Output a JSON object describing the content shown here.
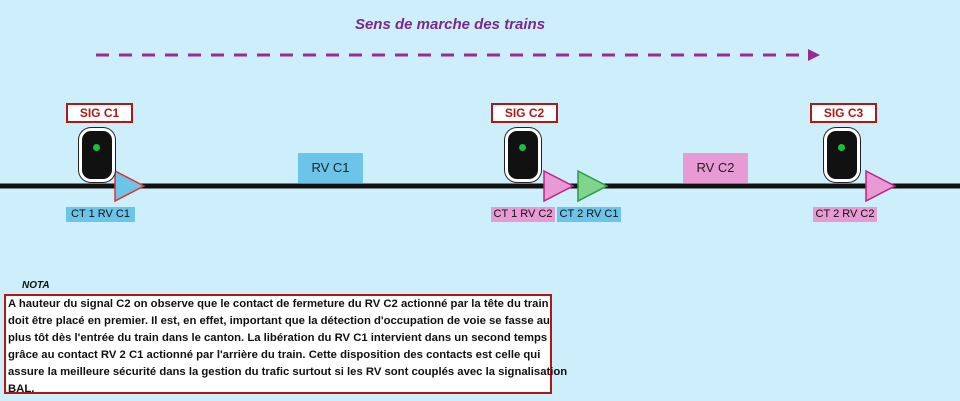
{
  "title": "Sens de marche des trains",
  "signals": [
    {
      "label": "SIG C1"
    },
    {
      "label": "SIG C2"
    },
    {
      "label": "SIG C3"
    }
  ],
  "zones": [
    {
      "label": "RV C1",
      "color": "#6cc4e8"
    },
    {
      "label": "RV C2",
      "color": "#e89ad4"
    }
  ],
  "contacts": [
    {
      "label": "CT 1 RV C1",
      "color": "#6cc4e8"
    },
    {
      "label": "CT 1 RV C2",
      "color": "#e89ad4"
    },
    {
      "label": "CT 2 RV C1",
      "color": "#6cc4e8"
    },
    {
      "label": "CT 2 RV C2",
      "color": "#e89ad4"
    }
  ],
  "nota": {
    "label": "NOTA",
    "lines": [
      "A hauteur du signal C2 on observe que le contact de fermeture du RV C2 actionné par la tête du train",
      "doit être placé en premier. Il est, en effet, important  que la détection d'occupation de voie se fasse au",
      "plus tôt dès l'entrée du train dans le canton. La libération du RV C1 intervient dans un second temps",
      "grâce au contact RV 2 C1 actionné par l'arrière du train. Cette disposition des contacts est celle qui",
      "assure la meilleure sécurité dans la gestion du trafic surtout si les RV sont couplés avec la signalisation",
      "BAL."
    ]
  },
  "colors": {
    "background": "#cdeefb",
    "arrow": "#9a2a9a",
    "track": "#111111",
    "signal_border": "#b01818",
    "lamp": "#16c23a",
    "contact_blue": "#6cc4e8",
    "contact_pink": "#e89ad4",
    "contact_green": "#7fd58a"
  }
}
